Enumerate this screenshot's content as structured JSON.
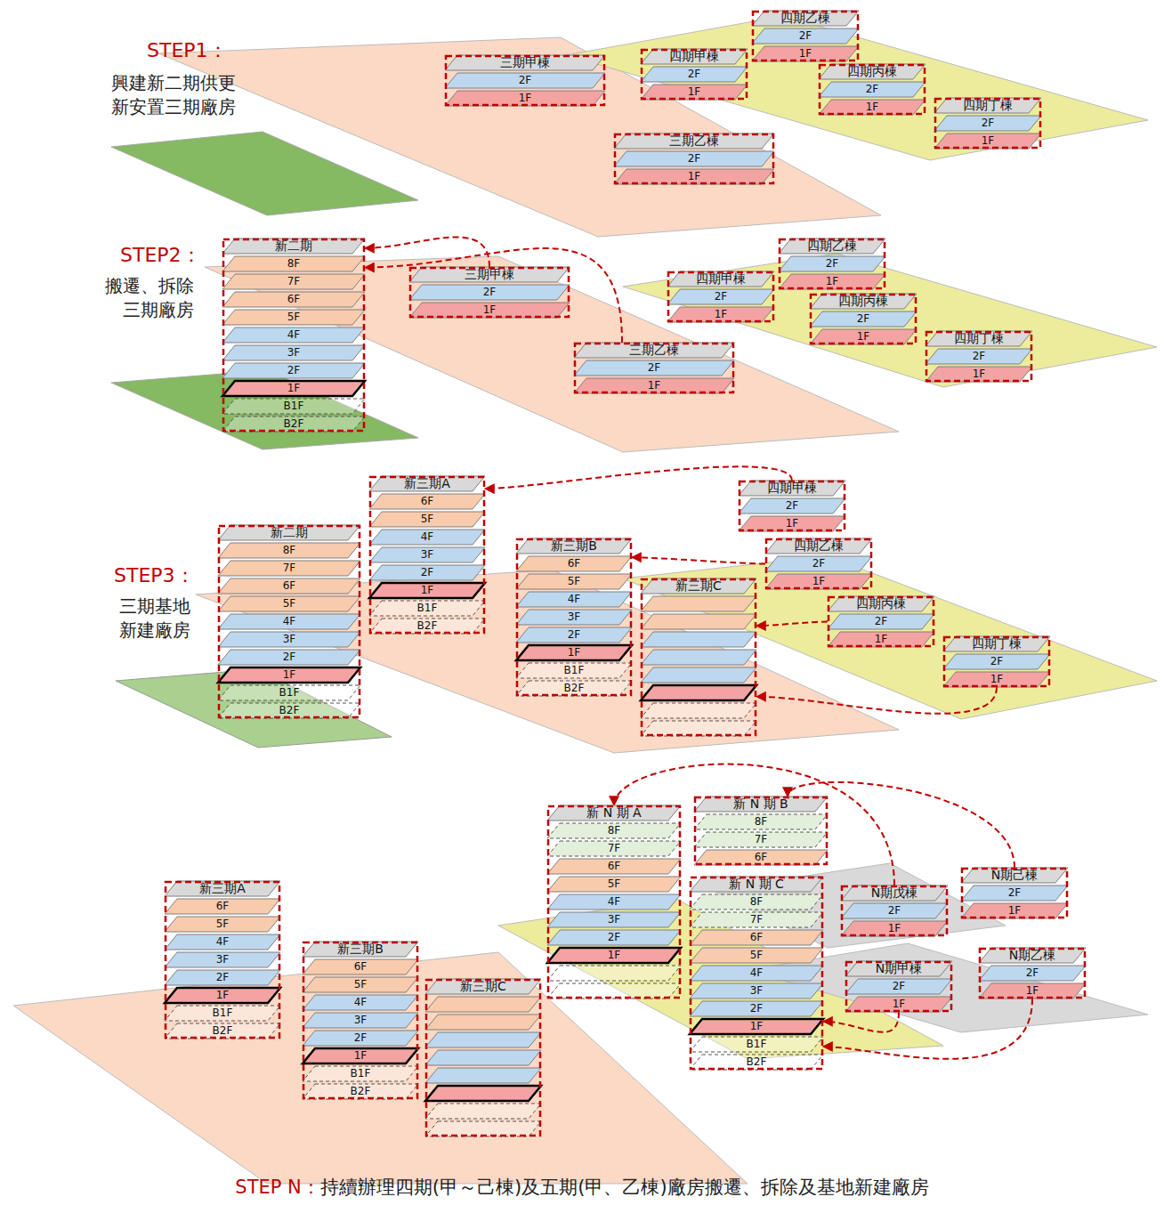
{
  "diagram": {
    "caption": "持續辦理四期(甲～己棟)及五期(甲、乙棟)廠房搬遷、拆除及基地新建廠房",
    "nodes": [
      {
        "text": [
          "四期乙棟",
          "2F",
          "1F"
        ]
      },
      {
        "text": [
          "三期甲棟",
          "2F",
          "1F"
        ]
      },
      {
        "text": [
          "四期甲棟",
          "2F",
          "1F"
        ]
      },
      {
        "text": [
          "四期丙棟",
          "2F",
          "1F"
        ]
      },
      {
        "text": [
          "四期丁棟",
          "2F",
          "1F"
        ]
      },
      {
        "text": [
          "三期乙棟",
          "2F",
          "1F"
        ]
      },
      {
        "text": [
          "新二期",
          "8F",
          "7F",
          "6F",
          "5F",
          "4F",
          "3F",
          "2F",
          "1F",
          "B1F",
          "B2F"
        ]
      },
      {
        "text": [
          "四期乙棟",
          "2F",
          "1F"
        ]
      },
      {
        "text": [
          "三期甲棟",
          "2F",
          "1F"
        ]
      },
      {
        "text": [
          "四期甲棟",
          "2F",
          "1F"
        ]
      },
      {
        "text": [
          "四期丙棟",
          "2F",
          "1F"
        ]
      },
      {
        "text": [
          "四期丁棟",
          "2F",
          "1F"
        ]
      },
      {
        "text": [
          "三期乙棟",
          "2F",
          "1F"
        ]
      },
      {
        "text": [
          "新三期A",
          "6F",
          "5F",
          "4F",
          "3F",
          "2F",
          "1F",
          "B1F",
          "B2F"
        ]
      },
      {
        "text": [
          "四期甲棟",
          "2F",
          "1F"
        ]
      },
      {
        "text": [
          "新二期",
          "8F",
          "7F",
          "6F",
          "5F",
          "4F",
          "3F",
          "2F",
          "1F",
          "B1F",
          "B2F"
        ]
      },
      {
        "text": [
          "新三期B",
          "6F",
          "5F",
          "4F",
          "3F",
          "2F",
          "1F",
          "B1F",
          "B2F"
        ]
      },
      {
        "text": [
          "四期乙棟",
          "2F",
          "1F"
        ]
      },
      {
        "text": [
          "新三期C"
        ]
      },
      {
        "text": [
          "四期丙棟",
          "2F",
          "1F"
        ]
      },
      {
        "text": [
          "四期丁棟",
          "2F",
          "1F"
        ]
      },
      {
        "text": [
          "新 N 期 B",
          "8F",
          "7F",
          "6F"
        ]
      },
      {
        "text": [
          "新 N 期 A",
          "8F",
          "7F",
          "6F",
          "5F",
          "4F",
          "3F",
          "2F",
          "1F"
        ]
      },
      {
        "text": [
          "新 N 期 C",
          "8F",
          "7F",
          "6F",
          "5F",
          "4F",
          "3F",
          "2F",
          "1F",
          "B1F",
          "B2F"
        ]
      },
      {
        "text": [
          "N期己棟",
          "2F",
          "1F"
        ]
      },
      {
        "text": [
          "N期戊棟",
          "2F",
          "1F"
        ]
      },
      {
        "text": [
          "新三期A",
          "6F",
          "5F",
          "4F",
          "3F",
          "2F",
          "1F",
          "B1F",
          "B2F"
        ]
      },
      {
        "text": [
          "新三期B",
          "6F",
          "5F",
          "4F",
          "3F",
          "2F",
          "1F",
          "B1F",
          "B2F"
        ]
      },
      {
        "text": [
          "N期乙棟",
          "2F",
          "1F"
        ]
      },
      {
        "text": [
          "N期甲棟",
          "2F",
          "1F"
        ]
      },
      {
        "text": [
          "新三期C"
        ]
      }
    ],
    "edges": [
      {
        "from": 8,
        "to": 6,
        "arrow": "to"
      },
      {
        "from": 12,
        "to": 6,
        "arrow": "to"
      },
      {
        "from": 14,
        "to": 13,
        "arrow": "to"
      },
      {
        "from": 17,
        "to": 16,
        "arrow": "to"
      },
      {
        "from": 19,
        "to": 18,
        "arrow": "to"
      },
      {
        "from": 20,
        "to": 18,
        "arrow": "to"
      },
      {
        "from": 25,
        "to": 22,
        "arrow": "to"
      },
      {
        "from": 24,
        "to": 21,
        "arrow": "to"
      },
      {
        "from": 29,
        "to": 23,
        "arrow": "to"
      },
      {
        "from": 28,
        "to": 23,
        "arrow": "to"
      }
    ],
    "labels": [
      "STEP1：",
      "興建新二期供更新安置三期廠房",
      "STEP2：",
      "搬遷、拆除三期廠房",
      "STEP3：",
      "三期基地新建廠房",
      "STEP N："
    ]
  }
}
